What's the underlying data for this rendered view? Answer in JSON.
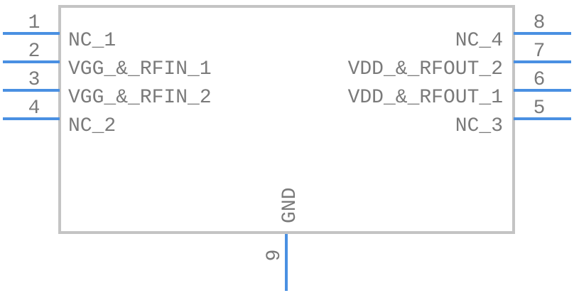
{
  "colors": {
    "body_outline": "#c4c4c4",
    "pin_line": "#4a90e2",
    "text": "#7a7a7a"
  },
  "component": {
    "pins": {
      "p1": {
        "number": "1",
        "name": "NC_1"
      },
      "p2": {
        "number": "2",
        "name": "VGG_&_RFIN_1"
      },
      "p3": {
        "number": "3",
        "name": "VGG_&_RFIN_2"
      },
      "p4": {
        "number": "4",
        "name": "NC_2"
      },
      "p5": {
        "number": "5",
        "name": "NC_3"
      },
      "p6": {
        "number": "6",
        "name": "VDD_&_RFOUT_1"
      },
      "p7": {
        "number": "7",
        "name": "VDD_&_RFOUT_2"
      },
      "p8": {
        "number": "8",
        "name": "NC_4"
      },
      "p9": {
        "number": "9",
        "name": "GND"
      }
    }
  }
}
